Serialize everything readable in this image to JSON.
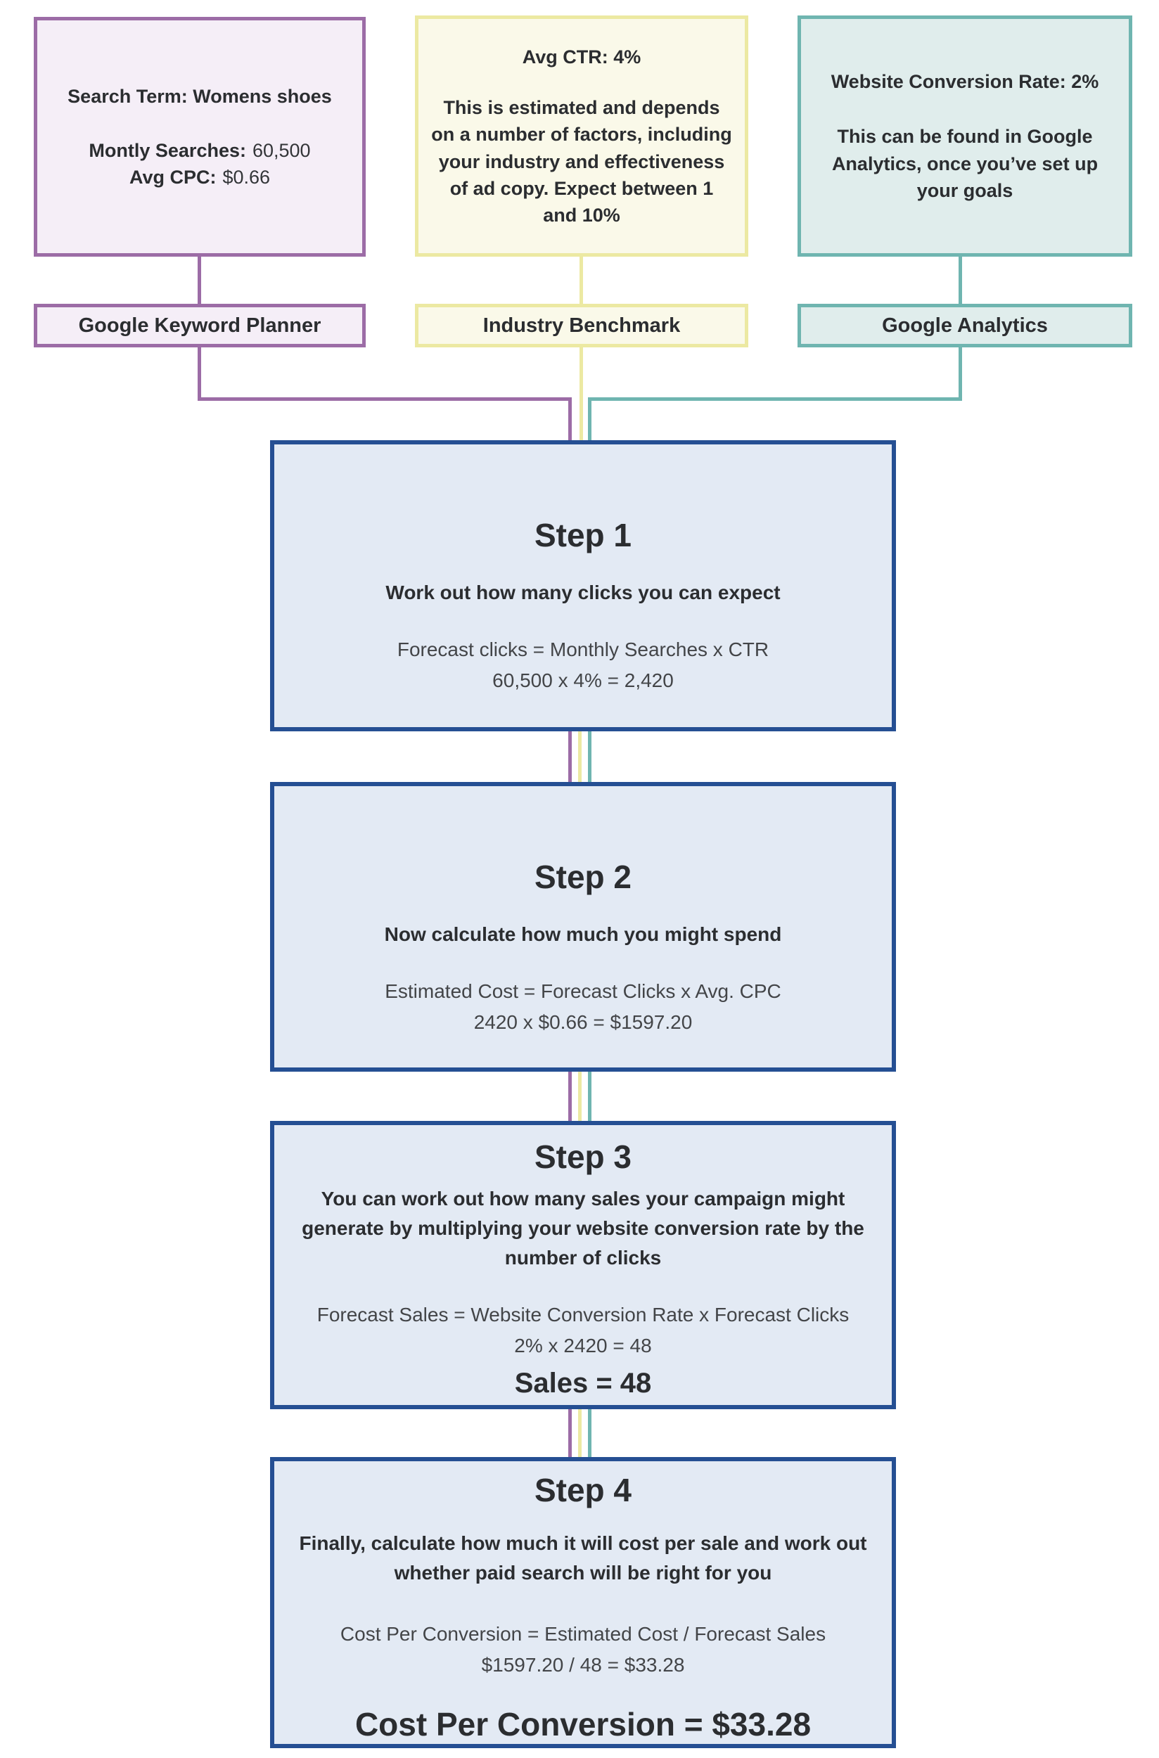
{
  "palette": {
    "purple": "#9c6ca6",
    "purple_fill": "#f5eef7",
    "yellow": "#ece9a2",
    "yellow_fill": "#faf9e9",
    "teal": "#6fb5b0",
    "teal_fill": "#e0edec",
    "navy": "#254f93",
    "step_fill": "#e3eaf4",
    "text_dark": "#2b2d30",
    "text_formula": "#434548"
  },
  "sources": [
    {
      "heading": "Search Term: Womens shoes",
      "rows": [
        {
          "label": "Montly Searches:",
          "value": "60,500"
        },
        {
          "label": "Avg CPC:",
          "value": "$0.66"
        }
      ],
      "label": "Google Keyword Planner"
    },
    {
      "heading": "Avg CTR: 4%",
      "paragraph": "This is estimated and depends on a number of factors, including your industry and effectiveness of ad copy. Expect between 1 and 10%",
      "label": "Industry Benchmark"
    },
    {
      "heading": "Website Conversion Rate: 2%",
      "paragraph": "This can be found in Google Analytics, once you’ve set up your goals",
      "label": "Google Analytics"
    }
  ],
  "steps": [
    {
      "title": "Step 1",
      "description": "Work out how many clicks you can expect",
      "formula": "Forecast clicks = Monthly Searches x CTR",
      "calculation": "60,500 x 4% = 2,420"
    },
    {
      "title": "Step 2",
      "description": "Now calculate how much you might spend",
      "formula": "Estimated Cost  = Forecast Clicks x Avg. CPC",
      "calculation": "2420 x $0.66 = $1597.20"
    },
    {
      "title": "Step 3",
      "description": "You can work out how many sales your campaign might generate by multiplying your website conversion rate by the number of clicks",
      "formula": "Forecast Sales = Website Conversion Rate x Forecast Clicks",
      "calculation": "2% x 2420 = 48",
      "result": "Sales = 48"
    },
    {
      "title": "Step 4",
      "description": "Finally, calculate how much it will cost per sale and work out whether paid search will be right for you",
      "formula": "Cost Per Conversion = Estimated Cost / Forecast Sales",
      "calculation": "$1597.20 / 48 = $33.28",
      "result": "Cost Per Conversion = $33.28"
    }
  ]
}
